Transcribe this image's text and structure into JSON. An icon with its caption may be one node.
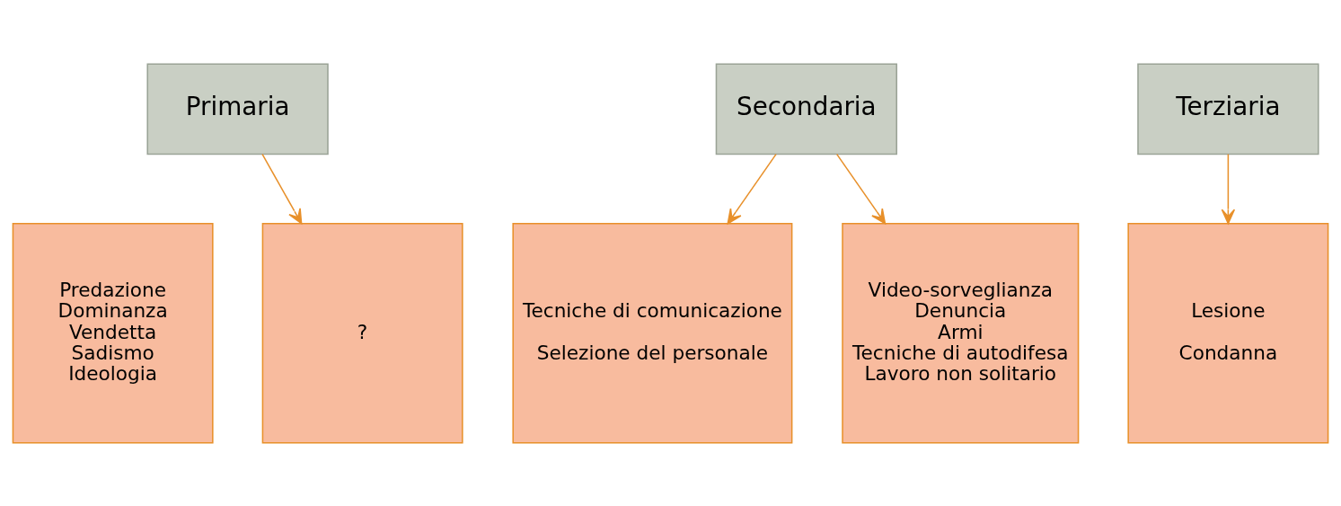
{
  "diagram": {
    "nodes": [
      {
        "text": [
          "Primaria"
        ]
      },
      {
        "text": [
          "Secondaria"
        ]
      },
      {
        "text": [
          "Terziaria"
        ]
      },
      {
        "text": [
          "Predazione",
          "Dominanza",
          "Vendetta",
          "Sadismo",
          "Ideologia"
        ]
      },
      {
        "text": [
          "?"
        ]
      },
      {
        "text": [
          "Tecniche di comunicazione",
          "Selezione del personale"
        ]
      },
      {
        "text": [
          "Video-sorveglianza",
          "Denuncia",
          "Armi",
          "Tecniche di autodifesa",
          "Lavoro non solitario"
        ]
      },
      {
        "text": [
          "Lesione",
          "Condanna"
        ]
      }
    ],
    "edges": [
      {
        "from": 0,
        "to": 4,
        "arrow": "to"
      },
      {
        "from": 1,
        "to": 5,
        "arrow": "to"
      },
      {
        "from": 1,
        "to": 6,
        "arrow": "to"
      },
      {
        "from": 2,
        "to": 7,
        "arrow": "to"
      }
    ]
  }
}
